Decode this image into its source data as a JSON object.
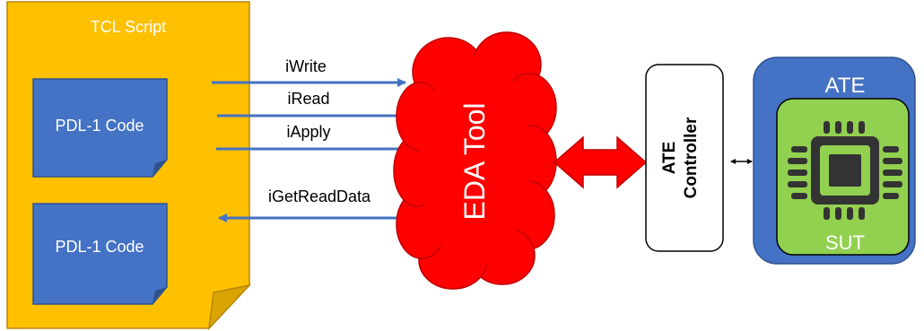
{
  "tcl_script": {
    "title": "TCL Script",
    "fill": "#FFC000",
    "stroke": "#B8860B"
  },
  "code_blocks": [
    {
      "label": "PDL-1 Code"
    },
    {
      "label": "PDL-1 Code"
    }
  ],
  "code_block_fill": "#4472C4",
  "arrows": {
    "iwrite": "iWrite",
    "iread": "iRead",
    "iapply": "iApply",
    "igetreaddata": "iGetReadData",
    "color": "#4472C4"
  },
  "eda_tool": {
    "label": "EDA Tool",
    "fill": "#FF0000",
    "stroke": "#C00000"
  },
  "ate_controller": {
    "line1": "ATE",
    "line2": "Controller"
  },
  "ate": {
    "label": "ATE",
    "fill": "#4472C4"
  },
  "sut": {
    "label": "SUT",
    "fill": "#92D050"
  },
  "chip_icon": "microchip-icon"
}
